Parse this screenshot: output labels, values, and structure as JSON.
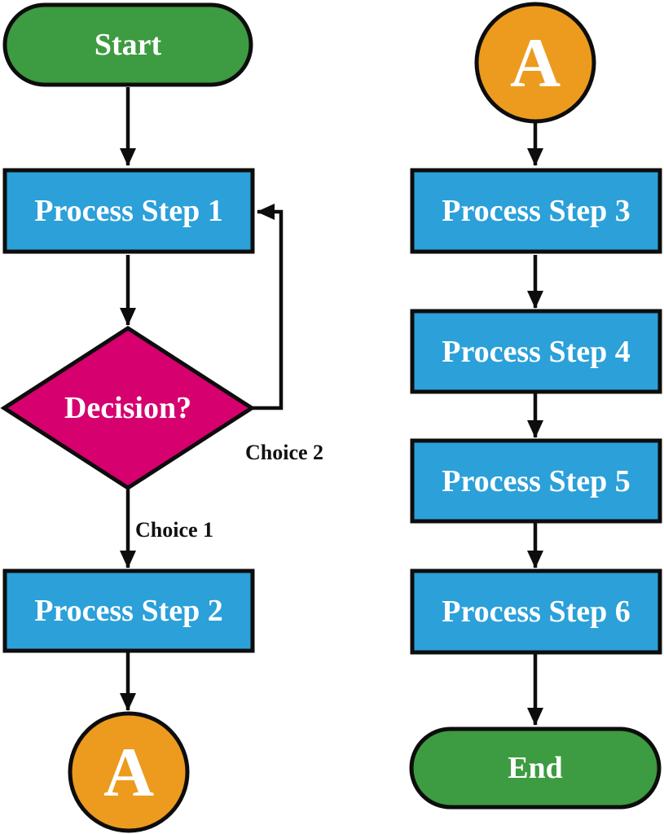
{
  "diagram": {
    "type": "flowchart",
    "nodes": {
      "start": "Start",
      "process_step_1": "Process Step 1",
      "decision": "Decision?",
      "process_step_2": "Process Step 2",
      "connector_a_left": "A",
      "connector_a_right": "A",
      "process_step_3": "Process Step 3",
      "process_step_4": "Process Step 4",
      "process_step_5": "Process Step 5",
      "process_step_6": "Process Step 6",
      "end": "End"
    },
    "edge_labels": {
      "choice_1": "Choice 1",
      "choice_2": "Choice 2"
    },
    "edges": [
      {
        "from": "start",
        "to": "process_step_1",
        "label": ""
      },
      {
        "from": "process_step_1",
        "to": "decision",
        "label": ""
      },
      {
        "from": "decision",
        "to": "process_step_2",
        "label": "Choice 1"
      },
      {
        "from": "decision",
        "to": "process_step_1",
        "label": "Choice 2"
      },
      {
        "from": "process_step_2",
        "to": "connector_a_left",
        "label": ""
      },
      {
        "from": "connector_a_right",
        "to": "process_step_3",
        "label": ""
      },
      {
        "from": "process_step_3",
        "to": "process_step_4",
        "label": ""
      },
      {
        "from": "process_step_4",
        "to": "process_step_5",
        "label": ""
      },
      {
        "from": "process_step_5",
        "to": "process_step_6",
        "label": ""
      },
      {
        "from": "process_step_6",
        "to": "end",
        "label": ""
      }
    ]
  },
  "colors": {
    "terminal_green": "#3d9b41",
    "process_blue": "#2ba0d9",
    "decision_pink": "#d6006f",
    "connector_orange": "#ec9b1e",
    "line_black": "#0d0d0d",
    "node_text_white": "#ffffff",
    "edge_label_black": "#111111",
    "background": "#ffffff"
  }
}
